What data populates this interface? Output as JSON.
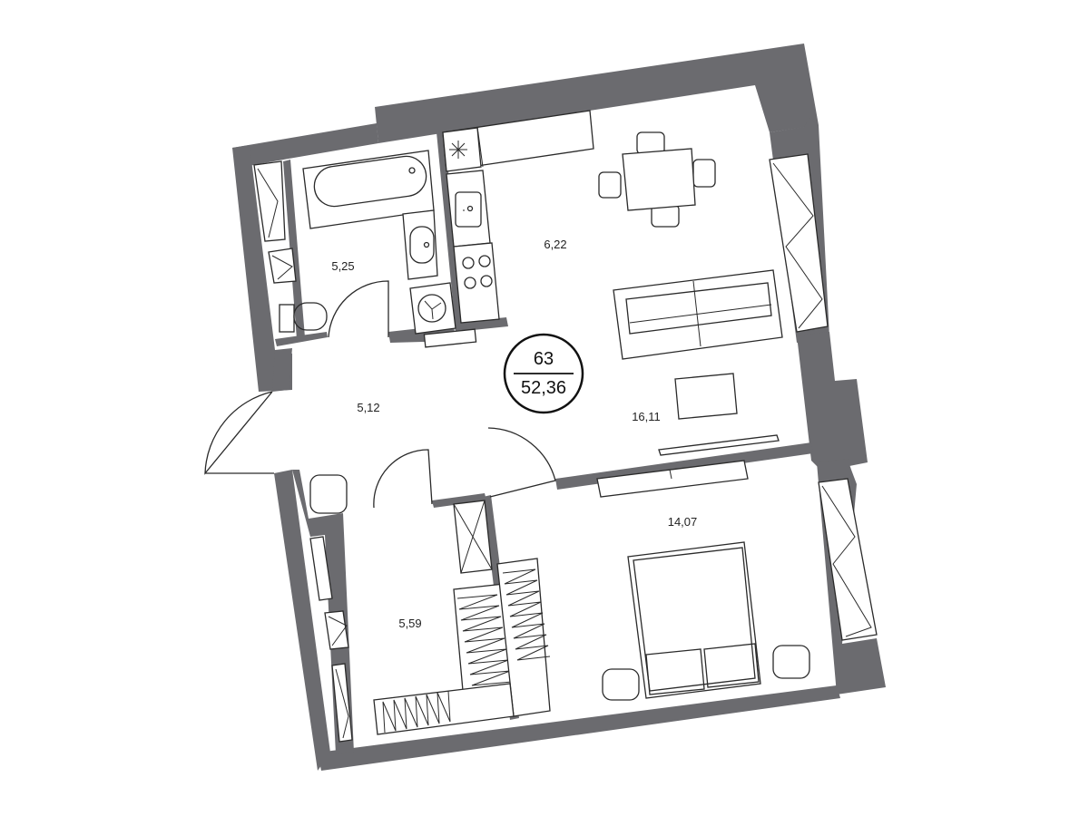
{
  "colors": {
    "wall": "#6b6b6f",
    "ink": "#2a2a2a",
    "background": "#ffffff"
  },
  "apartment": {
    "number": "63",
    "total_area": "52,36"
  },
  "rooms": {
    "bathroom": {
      "area": "5,25"
    },
    "kitchen": {
      "area": "6,22"
    },
    "living_room": {
      "area": "16,11"
    },
    "hallway": {
      "area": "5,12"
    },
    "bedroom": {
      "area": "14,07"
    },
    "dressing_room": {
      "area": "5,59"
    }
  },
  "fixtures": [
    "bathtub-icon",
    "sink-icon",
    "washing-machine-icon",
    "toilet-icon",
    "fridge-icon",
    "kitchen-sink-icon",
    "stove-icon",
    "dining-table-icon",
    "sofa-icon",
    "coffee-table-icon",
    "tv-icon",
    "double-bed-icon",
    "nightstand-icon",
    "wardrobe-icon",
    "door-swing-icon",
    "window-icon"
  ]
}
